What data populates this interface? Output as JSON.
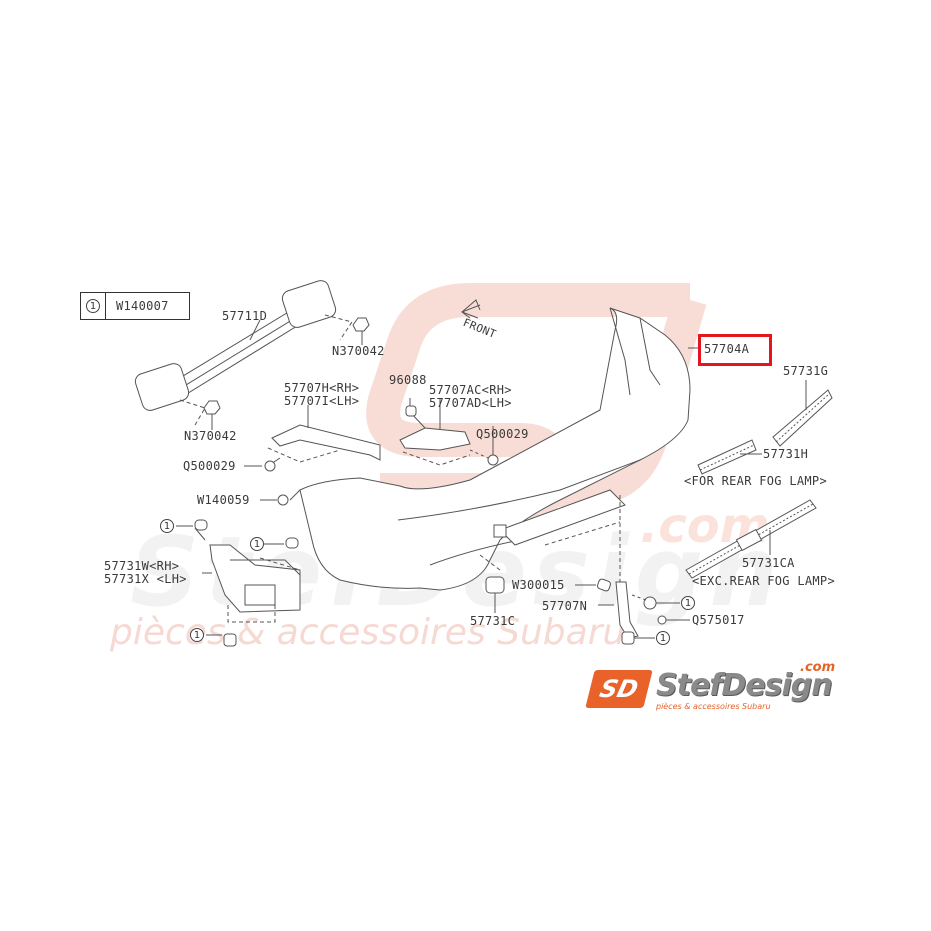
{
  "diagram": {
    "title": "Subaru rear bumper parts diagram",
    "legend": {
      "key": "1",
      "part": "W140007"
    },
    "highlight_color": "#e8141d",
    "highlighted_part": "57704A",
    "front_arrow": "FRONT",
    "labels": {
      "p57711D": "57711D",
      "n370042_top": "N370042",
      "n370042_bottom": "N370042",
      "p57707H": "57707H<RH>",
      "p57707I": "57707I<LH>",
      "q500029_left": "Q500029",
      "w140059": "W140059",
      "p96088": "96088",
      "p57707AC": "57707AC<RH>",
      "p57707AD": "57707AD<LH>",
      "q500029_right": "Q500029",
      "p57704A": "57704A",
      "p57731G": "57731G",
      "p57731H": "57731H",
      "for_fog": "<FOR REAR FOG LAMP>",
      "p57731CA": "57731CA",
      "exc_fog": "<EXC.REAR FOG LAMP>",
      "p57731W": "57731W<RH>",
      "p57731X": "57731X <LH>",
      "w300015": "W300015",
      "p57707N": "57707N",
      "q575017": "Q575017",
      "p57731C": "57731C",
      "circle_ref": "1"
    }
  },
  "watermark": {
    "main": "StefDesign",
    "com": ".com",
    "tagline": "pièces & accessoires Subaru",
    "color": "#f6d9d2"
  },
  "brand": {
    "mark": "SD",
    "name": "StefDesign",
    "com": ".com",
    "tagline": "pièces & accessoires Subaru",
    "accent": "#e8622a"
  }
}
